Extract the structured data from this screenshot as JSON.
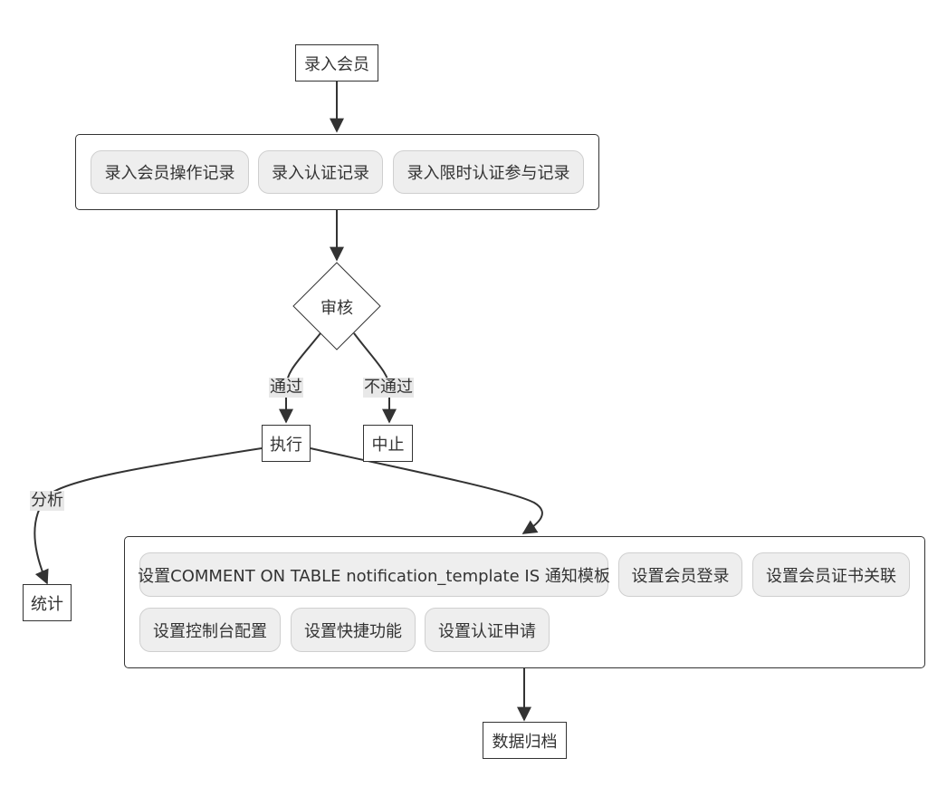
{
  "nodes": {
    "entry": "录入会员",
    "review": "审核",
    "execute": "执行",
    "stop": "中止",
    "stats": "统计",
    "archive": "数据归档"
  },
  "group_entry": {
    "items": [
      "录入会员操作记录",
      "录入认证记录",
      "录入限时认证参与记录"
    ]
  },
  "group_settings": {
    "items": [
      "设置COMMENT ON TABLE notification_template IS 通知模板",
      "设置会员登录",
      "设置会员证书关联",
      "设置控制台配置",
      "设置快捷功能",
      "设置认证申请"
    ]
  },
  "edge_labels": {
    "pass": "通过",
    "fail": "不通过",
    "analyze": "分析"
  }
}
